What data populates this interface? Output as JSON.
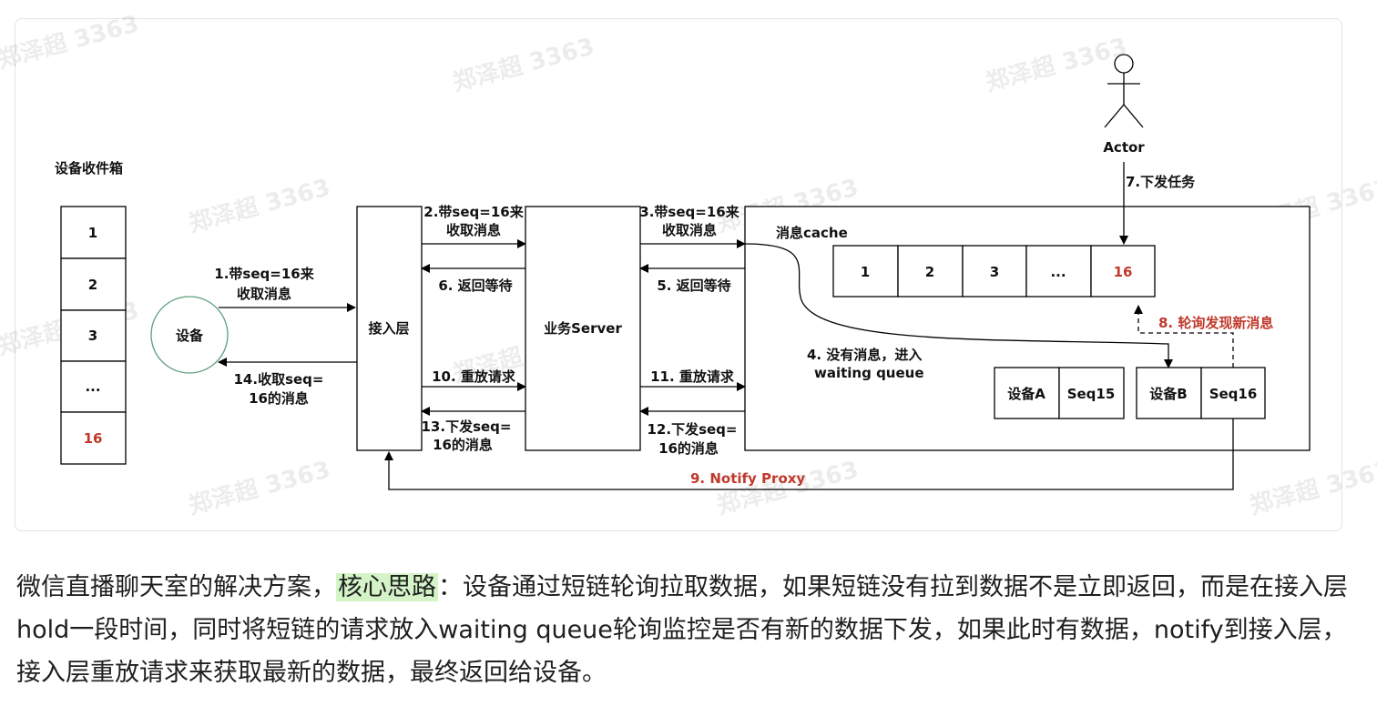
{
  "watermark": "郑泽超 3363",
  "diagram": {
    "inbox_title": "设备收件箱",
    "inbox_items": [
      "1",
      "2",
      "3",
      "...",
      "16"
    ],
    "device": "设备",
    "access_layer": "接入层",
    "biz_server": "业务Server",
    "cache_label": "消息cache",
    "cache_items": [
      "1",
      "2",
      "3",
      "...",
      "16"
    ],
    "actor": "Actor",
    "device_a": "设备A",
    "seq15": "Seq15",
    "device_b": "设备B",
    "seq16": "Seq16",
    "steps": {
      "s1a": "1.带seq=16来",
      "s1b": "收取消息",
      "s2a": "2.带seq=16来",
      "s2b": "收取消息",
      "s3a": "3.带seq=16来",
      "s3b": "收取消息",
      "s4a": "4. 没有消息，进入",
      "s4b": "waiting queue",
      "s5": "5. 返回等待",
      "s6": "6. 返回等待",
      "s7": "7.下发任务",
      "s8": "8. 轮询发现新消息",
      "s9": "9. Notify Proxy",
      "s10": "10. 重放请求",
      "s11": "11. 重放请求",
      "s12a": "12.下发seq=",
      "s12b": "16的消息",
      "s13a": "13.下发seq=",
      "s13b": "16的消息",
      "s14a": "14.收取seq=",
      "s14b": "16的消息"
    }
  },
  "paragraph": {
    "part1": "微信直播聊天室的解决方案，",
    "highlight": "核心思路",
    "part2": "：设备通过短链轮询拉取数据，如果短链没有拉到数据不是立即返回，而是在接入层hold一段时间，同时将短链的请求放入waiting queue轮询监控是否有新的数据下发，如果此时有数据，notify到接入层，接入层重放请求来获取最新的数据，最终返回给设备。"
  },
  "colors": {
    "red": "#c0392b",
    "device_circle": "#5a9e7a",
    "highlight_bg": "#d4f4c8"
  }
}
